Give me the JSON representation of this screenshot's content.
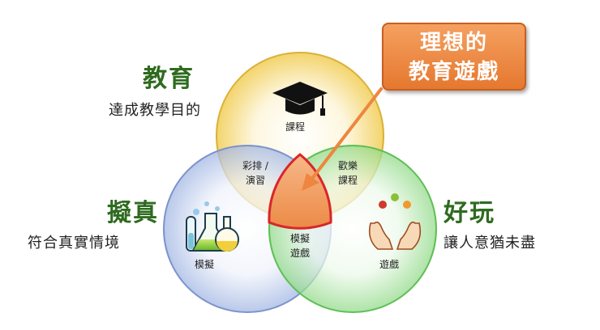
{
  "education": {
    "title": "教育",
    "subtitle": "達成教學目的",
    "circle_label": "課程"
  },
  "realism": {
    "title": "擬真",
    "subtitle": "符合真實情境",
    "circle_label": "模擬"
  },
  "fun": {
    "title": "好玩",
    "subtitle": "讓人意猶未盡",
    "circle_label": "遊戲"
  },
  "overlaps": {
    "education_realism": [
      "彩排 /",
      "演習"
    ],
    "education_fun": [
      "歡樂",
      "課程"
    ],
    "realism_fun": [
      "模擬",
      "遊戲"
    ]
  },
  "callout": {
    "lines": [
      "理想的",
      "教育遊戲"
    ]
  },
  "colors": {
    "education_circle": "#f8e08a",
    "realism_circle": "#b9c9ec",
    "fun_circle": "#a9e4a3",
    "center_fill": "#ef9a5c",
    "center_stroke": "#d8262a",
    "callout": "#ee8640",
    "heading_text": "#2e6b1f"
  },
  "icons": [
    "graduation-cap-icon",
    "lab-flasks-icon",
    "juggling-hands-icon",
    "arrow-icon"
  ]
}
